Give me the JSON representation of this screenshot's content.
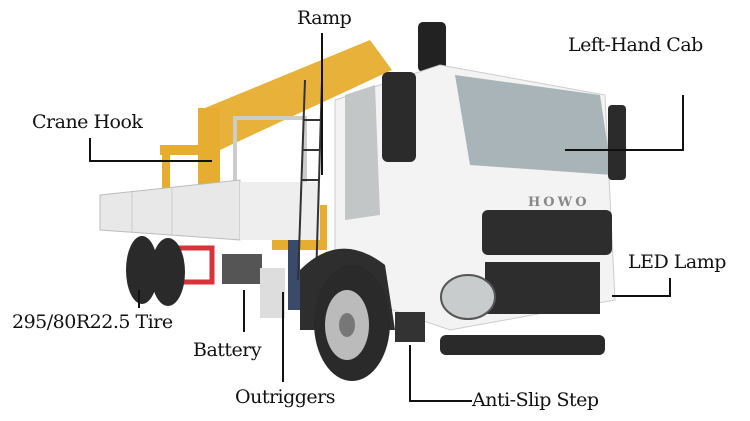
{
  "labels": {
    "ramp": "Ramp",
    "left_hand_cab": "Left-Hand Cab",
    "crane_hook": "Crane Hook",
    "led_lamp": "LED Lamp",
    "tire": "295/80R22.5 Tire",
    "battery": "Battery",
    "outriggers": "Outriggers",
    "anti_slip_step": "Anti-Slip Step"
  },
  "grille_brand": "HOWO",
  "colors": {
    "crane": "#e8b23a",
    "cab": "#f2f3f2",
    "line": "#111111",
    "frame": "#d8323a"
  }
}
